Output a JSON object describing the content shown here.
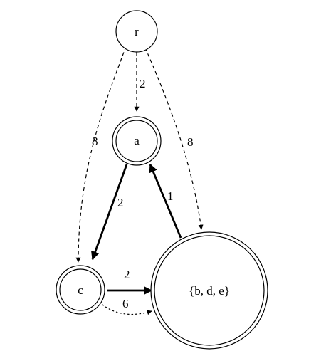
{
  "nodes": {
    "r": {
      "label": "r",
      "shape": "circle"
    },
    "a": {
      "label": "a",
      "shape": "double-circle"
    },
    "c": {
      "label": "c",
      "shape": "double-circle"
    },
    "bde": {
      "label": "{b, d, e}",
      "shape": "double-circle"
    }
  },
  "edges": {
    "r_a": {
      "from": "r",
      "to": "a",
      "label": "2",
      "style": "dashed"
    },
    "r_c": {
      "from": "r",
      "to": "c",
      "label": "8",
      "style": "dashed"
    },
    "r_bde": {
      "from": "r",
      "to": "bde",
      "label": "8",
      "style": "dashed"
    },
    "a_c": {
      "from": "a",
      "to": "c",
      "label": "2",
      "style": "bold"
    },
    "bde_a": {
      "from": "bde",
      "to": "a",
      "label": "1",
      "style": "bold"
    },
    "c_bde_bold": {
      "from": "c",
      "to": "bde",
      "label": "2",
      "style": "bold"
    },
    "c_bde_dotted": {
      "from": "c",
      "to": "bde",
      "label": "6",
      "style": "dotted"
    }
  },
  "colors": {
    "stroke": "#000000",
    "background": "#ffffff"
  }
}
